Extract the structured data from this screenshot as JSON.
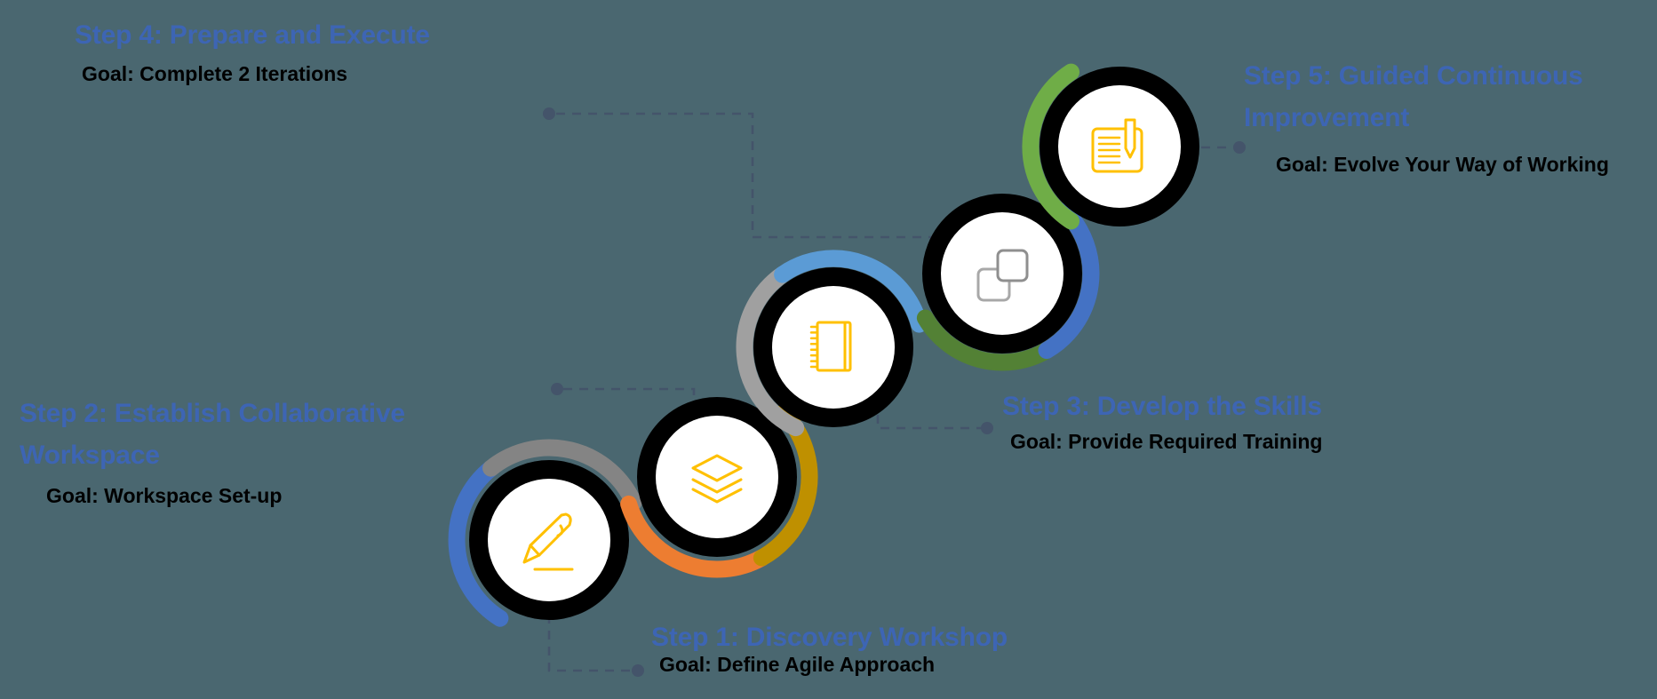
{
  "background": "#4A6770",
  "palette": {
    "background": "#4A6770",
    "title_blue": "#3D65B4",
    "goal_black": "#000000",
    "connector": "#44546A",
    "ring_black": "#000000",
    "circle_white": "#FFFFFF",
    "icon_gold": "#FFC000",
    "arc_gray": "#848484",
    "arc_gray_light": "#A0A0A0",
    "arc_blue": "#4472C4",
    "arc_light_blue": "#5B9BD5",
    "arc_orange": "#ED7D31",
    "arc_gold": "#BF9000",
    "arc_green_dark": "#538135",
    "arc_green": "#6FAD47",
    "squares_gray_dark": "#8F8F8F",
    "squares_gray_light": "#A8A8A8"
  },
  "steps": [
    {
      "title": "Step 1: Discovery Workshop",
      "goal": "Goal: Define Agile Approach",
      "icon": "pencil-icon"
    },
    {
      "title": "Step 2: Establish Collaborative Workspace",
      "goal": "Goal: Workspace Set-up",
      "icon": "layers-icon"
    },
    {
      "title": "Step 3: Develop the Skills",
      "goal": "Goal: Provide Required Training",
      "icon": "notebook-icon"
    },
    {
      "title": "Step 4: Prepare and Execute",
      "goal": "Goal: Complete 2 Iterations",
      "icon": "overlapping-squares-icon"
    },
    {
      "title": "Step 5: Guided Continuous Improvement",
      "goal": "Goal: Evolve Your Way of Working",
      "icon": "document-pen-icon"
    }
  ]
}
